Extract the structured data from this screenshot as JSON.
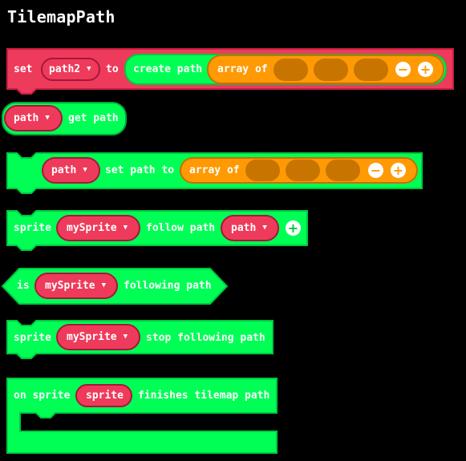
{
  "title": "TilemapPath",
  "colors": {
    "bg": "#000000",
    "set_block": "#ee3b5b",
    "path_block": "#00ff55",
    "array_block": "#ff9a05",
    "slot": "#c77400",
    "text": "#ffffff"
  },
  "icons": {
    "minus": "minus-circle-icon",
    "plus": "plus-circle-icon",
    "dropdown": "caret-down-icon"
  },
  "block_set": {
    "set": "set",
    "variable": "path2",
    "to": "to",
    "create_path": "create path",
    "array_of": "array of",
    "minus": "−",
    "plus": "+"
  },
  "block_get_path": {
    "variable": "path",
    "label": "get path"
  },
  "block_set_path": {
    "variable": "path",
    "label": "set path to",
    "array_of": "array of",
    "minus": "−",
    "plus": "+"
  },
  "block_follow": {
    "sprite": "sprite",
    "variable": "mySprite",
    "label": "follow path",
    "path_variable": "path",
    "plus": "+"
  },
  "block_is_following": {
    "is": "is",
    "variable": "mySprite",
    "label": "following path"
  },
  "block_stop": {
    "sprite": "sprite",
    "variable": "mySprite",
    "label": "stop following path"
  },
  "block_event": {
    "on_sprite": "on sprite",
    "variable": "sprite",
    "label": "finishes tilemap path"
  },
  "dropdown_glyph": "▼"
}
